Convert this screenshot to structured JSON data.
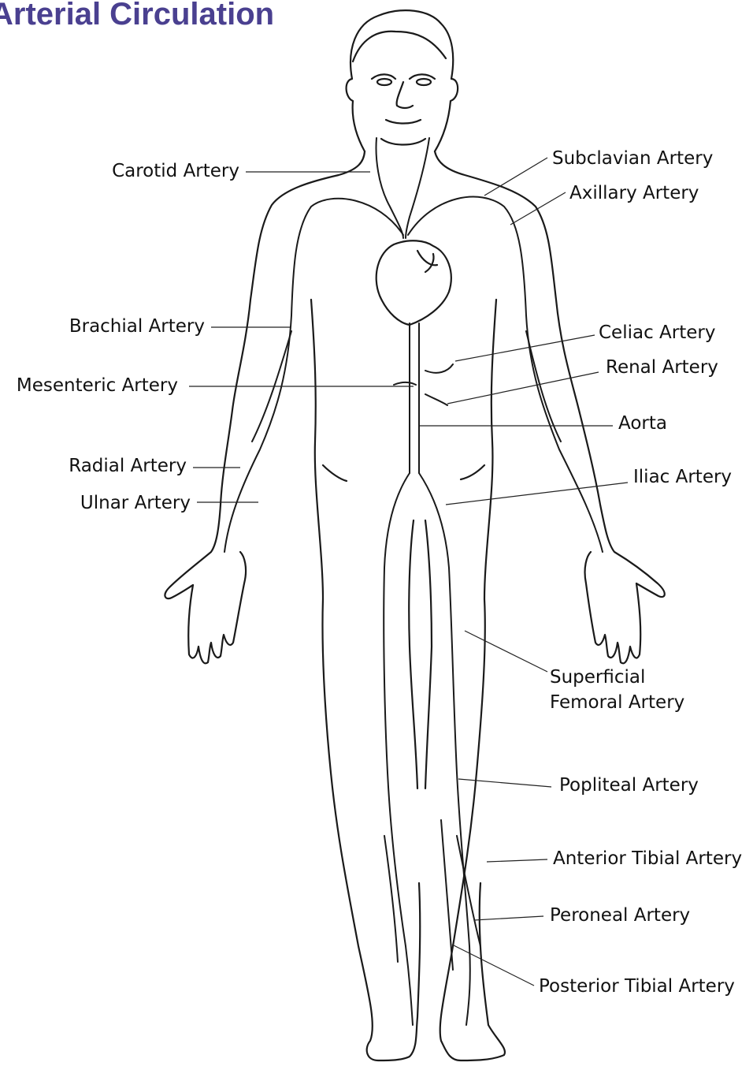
{
  "title": "Arterial Circulation",
  "colors": {
    "title": "#4a4090",
    "ink": "#1a1a1a"
  },
  "labels": {
    "carotid": "Carotid Artery",
    "subclavian": "Subclavian Artery",
    "axillary": "Axillary Artery",
    "brachial": "Brachial Artery",
    "celiac": "Celiac Artery",
    "renal": "Renal Artery",
    "mesenteric": "Mesenteric Artery",
    "aorta": "Aorta",
    "radial": "Radial Artery",
    "iliac": "Iliac Artery",
    "ulnar": "Ulnar Artery",
    "superficial_femoral_line1": "Superficial",
    "superficial_femoral_line2": "Femoral Artery",
    "popliteal": "Popliteal Artery",
    "anterior_tibial": "Anterior Tibial Artery",
    "peroneal": "Peroneal Artery",
    "posterior_tibial": "Posterior Tibial Artery"
  }
}
